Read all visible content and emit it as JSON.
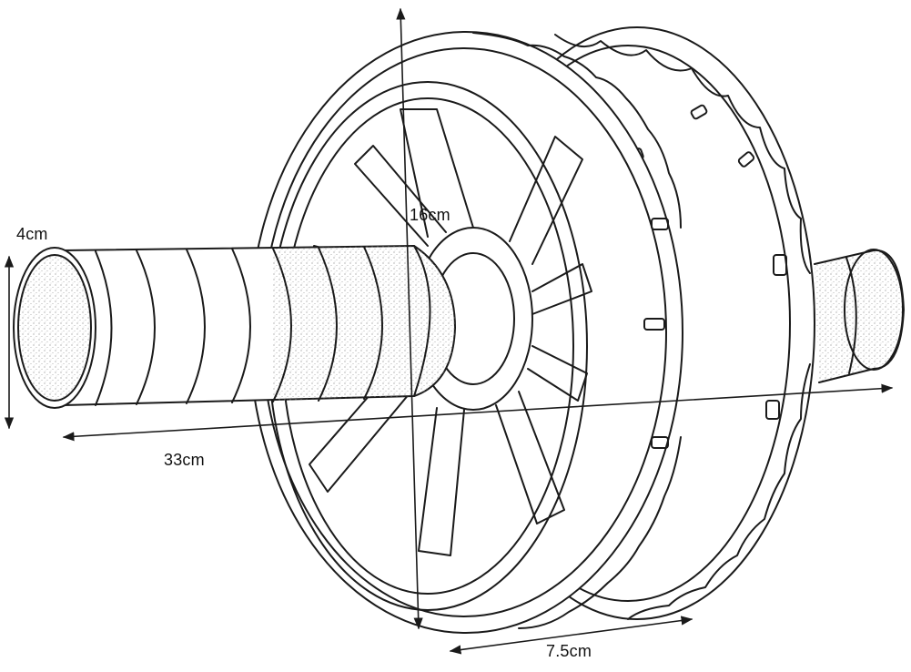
{
  "diagram": {
    "subject": "ab-roller-wheel-line-drawing",
    "line_color": "#1a1a1a",
    "background": "#ffffff"
  },
  "dimensions": {
    "handle_diameter": "4cm",
    "wheel_diameter": "16cm",
    "overall_length": "33cm",
    "wheel_width": "7.5cm"
  }
}
